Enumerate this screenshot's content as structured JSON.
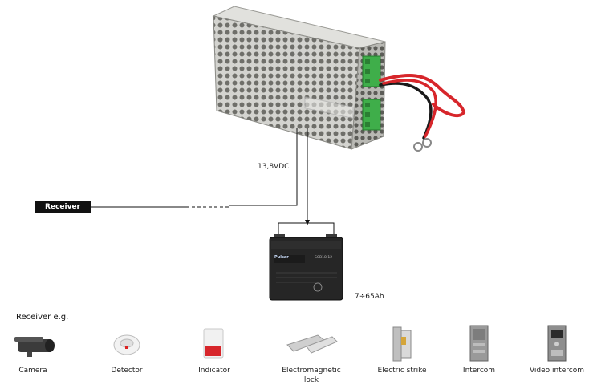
{
  "psu": {
    "name": "power-supply-unit"
  },
  "voltage_label": "13,8VDC",
  "receiver_label": "Receiver",
  "battery": {
    "brand": "Pulsar",
    "model": "SCB18-12",
    "capacity_label": "7÷65Ah"
  },
  "examples_title": "Receiver e.g.",
  "devices": [
    {
      "label": "Camera",
      "icon": "camera-icon"
    },
    {
      "label": "Detector",
      "icon": "detector-icon"
    },
    {
      "label": "Indicator",
      "icon": "siren-icon"
    },
    {
      "label": "Electromagnetic lock",
      "icon": "electromagnetic-lock-icon"
    },
    {
      "label": "Electric strike",
      "icon": "electric-strike-icon"
    },
    {
      "label": "Intercom",
      "icon": "intercom-icon"
    },
    {
      "label": "Video intercom",
      "icon": "video-intercom-icon"
    }
  ],
  "colors": {
    "wire_red": "#d7262b",
    "wire_black": "#1a1a1a",
    "terminal_green": "#3fae4a",
    "psu_metal": "#c9c9c4",
    "battery_body": "#262626"
  }
}
